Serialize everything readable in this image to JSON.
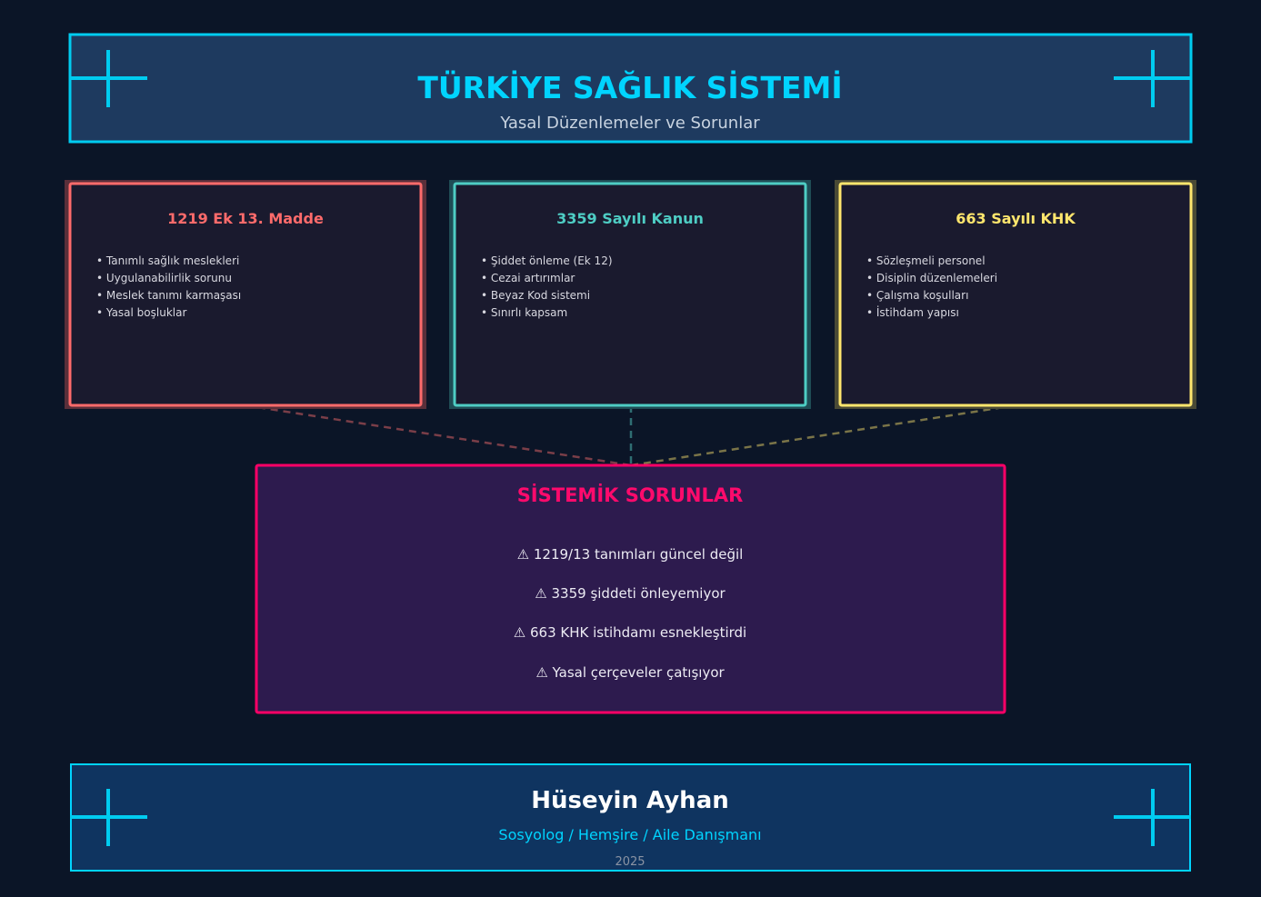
{
  "header": {
    "title": "TÜRKİYE SAĞLIK SİSTEMİ",
    "subtitle": "Yasal Düzenlemeler ve Sorunlar"
  },
  "cards": [
    {
      "title": "1219 Ek 13. Madde",
      "color": "#ff6b6b",
      "items": [
        "• Tanımlı sağlık meslekleri",
        "• Uygulanabilirlik sorunu",
        "• Meslek tanımı karmaşası",
        "• Yasal boşluklar"
      ]
    },
    {
      "title": "3359 Sayılı Kanun",
      "color": "#4ecdc4",
      "items": [
        "• Şiddet önleme (Ek 12)",
        "• Cezai artırımlar",
        "• Beyaz Kod sistemi",
        "• Sınırlı kapsam"
      ]
    },
    {
      "title": "663 Sayılı KHK",
      "color": "#ffe66d",
      "items": [
        "• Sözleşmeli personel",
        "• Disiplin düzenlemeleri",
        "• Çalışma koşulları",
        "• İstihdam yapısı"
      ]
    }
  ],
  "problems": {
    "title": "SİSTEMİK SORUNLAR",
    "items": [
      "⚠ 1219/13 tanımları güncel değil",
      "⚠ 3359 şiddeti önleyemiyor",
      "⚠ 663 KHK istihdamı esnekleştirdi",
      "⚠ Yasal çerçeveler çatışıyor"
    ]
  },
  "footer": {
    "name": "Hüseyin Ayhan",
    "role": "Sosyolog / Hemşire / Aile Danışmanı",
    "year": "2025"
  }
}
